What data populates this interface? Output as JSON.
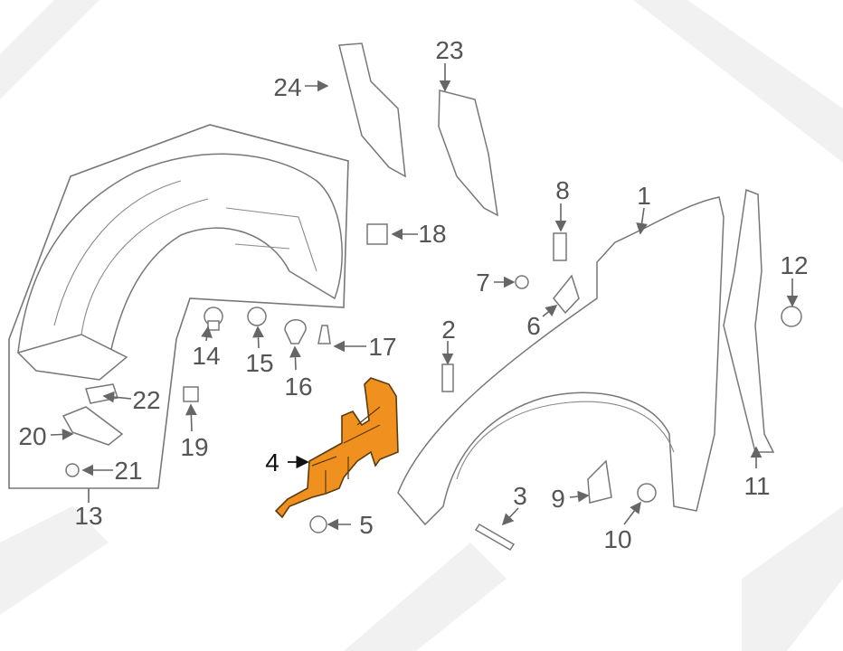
{
  "diagram": {
    "title": "Front fender and inner liner parts diagram",
    "highlight_color": "#f0901e",
    "callouts": [
      "1",
      "2",
      "3",
      "4",
      "5",
      "6",
      "7",
      "8",
      "9",
      "10",
      "11",
      "12",
      "13",
      "14",
      "15",
      "16",
      "17",
      "18",
      "19",
      "20",
      "21",
      "22",
      "23",
      "24"
    ],
    "highlighted_part": "4"
  }
}
